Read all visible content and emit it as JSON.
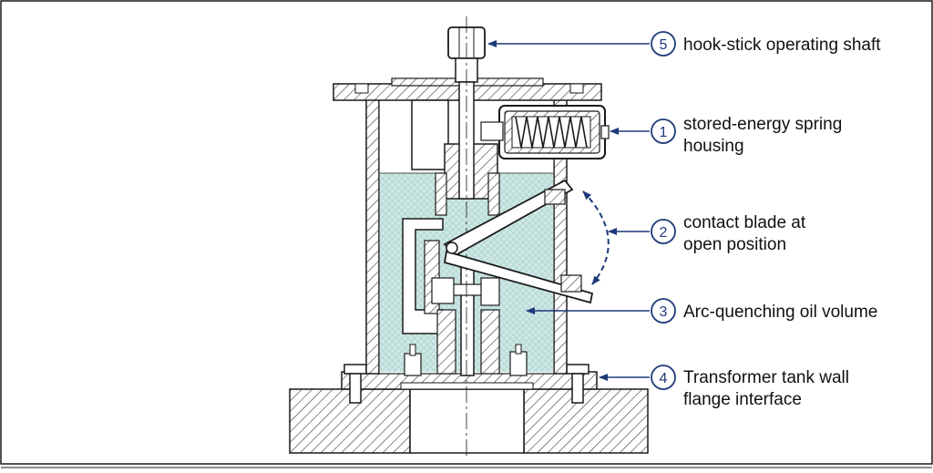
{
  "diagram": {
    "colors": {
      "leader": "#1f3a7a",
      "oil": "#cfe7e4",
      "line": "#1a1a1a",
      "hatch": "#3a3a3a"
    },
    "callouts": [
      {
        "num": "5",
        "lines": [
          "hook-stick operating shaft"
        ]
      },
      {
        "num": "1",
        "lines": [
          "stored-energy spring",
          "housing"
        ]
      },
      {
        "num": "2",
        "lines": [
          "contact blade at",
          "open position"
        ]
      },
      {
        "num": "3",
        "lines": [
          "Arc-quenching oil volume"
        ]
      },
      {
        "num": "4",
        "lines": [
          "Transformer tank wall",
          "flange interface"
        ]
      }
    ]
  }
}
